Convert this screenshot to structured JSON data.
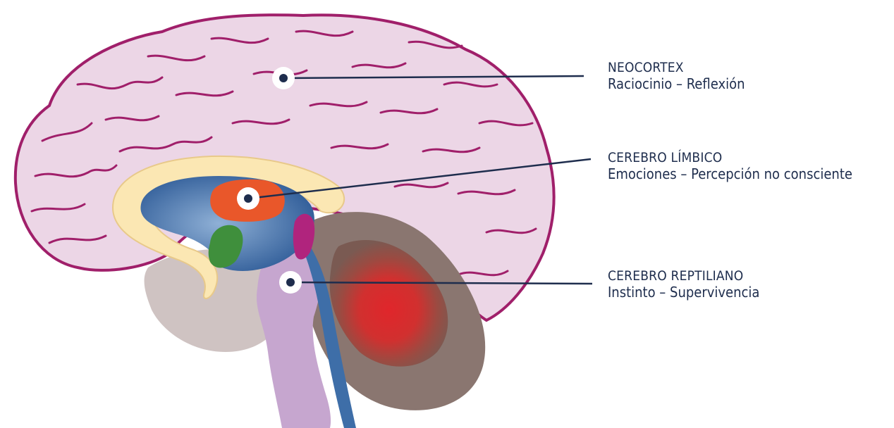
{
  "labels": [
    {
      "title": "NEOCORTEX",
      "subtitle": "Raciocinio – Reflexión"
    },
    {
      "title": "CEREBRO LÍMBICO",
      "subtitle": "Emociones – Percepción no consciente"
    },
    {
      "title": "CEREBRO REPTILIANO",
      "subtitle": "Instinto – Supervivencia"
    }
  ],
  "colors": {
    "cortex_fill": "#ecd6e6",
    "cortex_stroke": "#a01f6a",
    "leader": "#1e2d4d",
    "corpus_callosum": "#fbe7b3",
    "limbic_blue": "#3e6ea8",
    "thalamus": "#e9572a",
    "hippocampus": "#3f8f3c",
    "brainstem": "#c6a6cf",
    "cerebellum": "#8a7670",
    "cerebellum_core": "#d7262b",
    "temporal": "#cfc3c2"
  }
}
